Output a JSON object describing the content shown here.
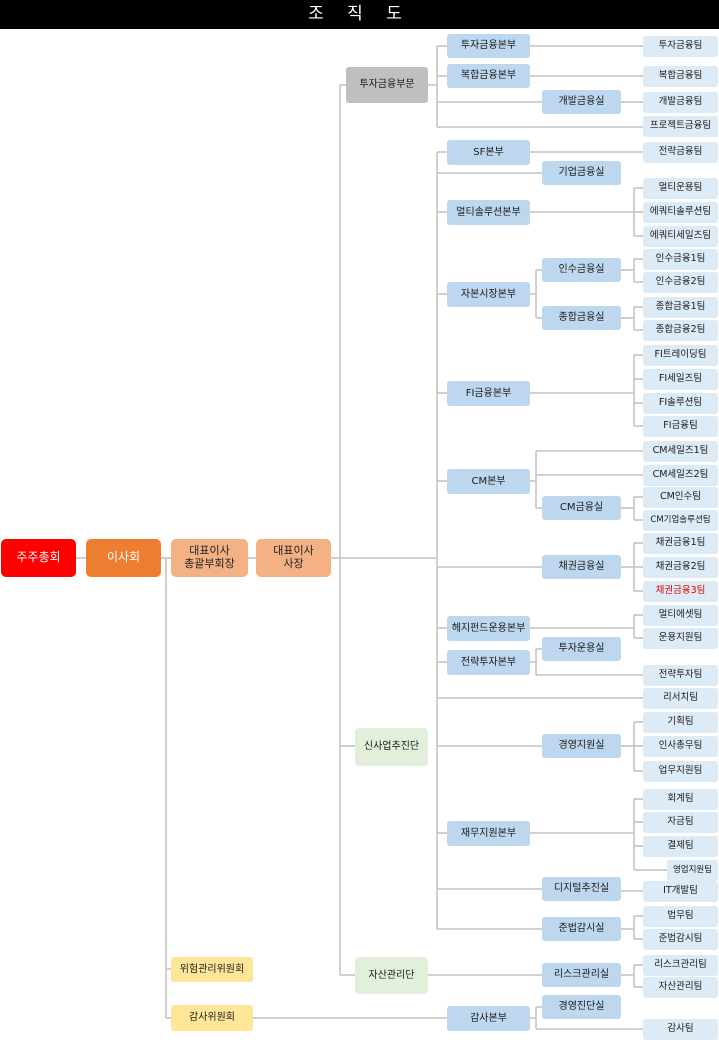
{
  "header": {
    "title": "조 직 도"
  },
  "top": {
    "shareholders": "주주총회",
    "board": "이사회",
    "vice_chairman": "대표이사\n총괄부회장",
    "ceo": "대표이사\n사장",
    "risk_committee": "위험관리위원회",
    "audit_committee": "감사위원회"
  },
  "divisions": {
    "investment_banking": "투자금융부문",
    "new_business": "신사업추진단",
    "asset_management": "자산관리단"
  },
  "headquarters": {
    "investment_finance": "투자금융본부",
    "complex_finance": "복합금융본부",
    "sf": "SF본부",
    "multi_solution": "멀티솔루션본부",
    "capital_market": "자본시장본부",
    "fi_finance": "FI금융본부",
    "cm": "CM본부",
    "hedge_fund": "헤지펀드운용본부",
    "strategic_investment": "전략투자본부",
    "finance_support": "재무지원본부",
    "audit": "감사본부"
  },
  "offices": {
    "development_finance": "개발금융실",
    "enterprise_finance": "기업금융실",
    "acquisition_finance": "인수금융실",
    "integrated_finance": "종합금융실",
    "cm_finance": "CM금융실",
    "bond_finance": "채권금융실",
    "investment_operation": "투자운용실",
    "management_support": "경영지원실",
    "digital_promotion": "디지털추진실",
    "compliance_audit": "준법감시실",
    "risk_management": "리스크관리실",
    "management_diagnosis": "경영진단실"
  },
  "teams": {
    "investment_finance": "투자금융팀",
    "complex_finance": "복합금융팀",
    "development_finance": "개발금융팀",
    "project_finance": "프로젝트금융팀",
    "strategic_finance": "전략금융팀",
    "multi_operation": "멀티운용팀",
    "equity_solution": "에쿼티솔루션팀",
    "equity_sales": "에쿼티세일즈팀",
    "acquisition_finance_1": "인수금융1팀",
    "acquisition_finance_2": "인수금융2팀",
    "integrated_finance_1": "종합금융1팀",
    "integrated_finance_2": "종합금융2팀",
    "fi_trading": "FI트레이딩팀",
    "fi_sales": "FI세일즈팀",
    "fi_solution": "FI솔루션팀",
    "fi_finance": "FI금융팀",
    "cm_sales_1": "CM세일즈1팀",
    "cm_sales_2": "CM세일즈2팀",
    "cm_acquisition": "CM인수팀",
    "cm_corporate_solution": "CM기업솔루션팀",
    "bond_finance_1": "채권금융1팀",
    "bond_finance_2": "채권금융2팀",
    "bond_finance_3": "채권금융3팀",
    "multi_asset": "멀티에셋팀",
    "operation_support": "운용지원팀",
    "strategic_investment": "전략투자팀",
    "research": "리서치팀",
    "planning": "기획팀",
    "hr_general": "인사총무팀",
    "business_support": "업무지원팀",
    "accounting": "회계팀",
    "treasury": "자금팀",
    "settlement": "결제팀",
    "sales_support": "영업지원팀",
    "it_development": "IT개발팀",
    "legal": "법무팀",
    "compliance": "준법감시팀",
    "risk_management": "리스크관리팀",
    "asset_management": "자산관리팀",
    "audit": "감사팀"
  }
}
